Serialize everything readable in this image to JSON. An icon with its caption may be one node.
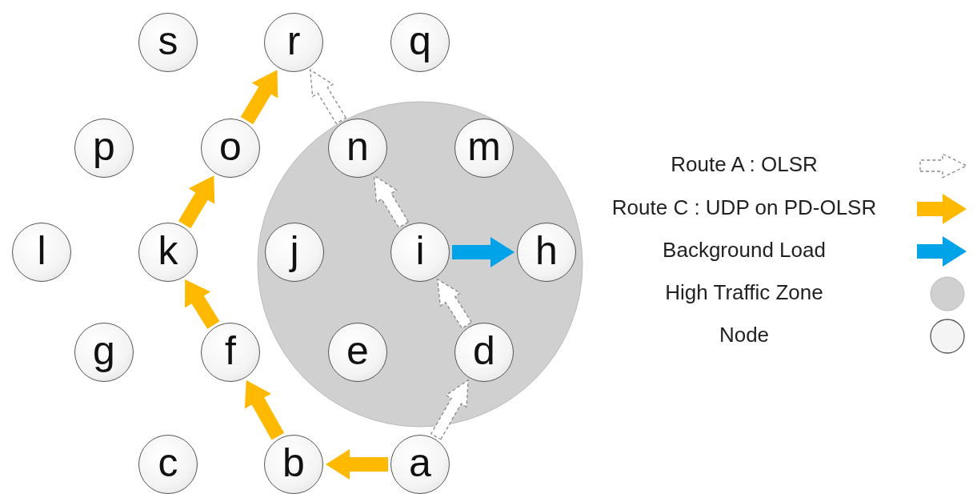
{
  "diagram": {
    "nodes": [
      {
        "text": [
          "s"
        ]
      },
      {
        "text": [
          "r"
        ]
      },
      {
        "text": [
          "q"
        ]
      },
      {
        "text": [
          "p"
        ]
      },
      {
        "text": [
          "o"
        ]
      },
      {
        "text": [
          "n"
        ]
      },
      {
        "text": [
          "m"
        ]
      },
      {
        "text": [
          "l"
        ]
      },
      {
        "text": [
          "k"
        ]
      },
      {
        "text": [
          "j"
        ]
      },
      {
        "text": [
          "i"
        ]
      },
      {
        "text": [
          "h"
        ]
      },
      {
        "text": [
          "g"
        ]
      },
      {
        "text": [
          "f"
        ]
      },
      {
        "text": [
          "e"
        ]
      },
      {
        "text": [
          "d"
        ]
      },
      {
        "text": [
          "c"
        ]
      },
      {
        "text": [
          "b"
        ]
      },
      {
        "text": [
          "a"
        ]
      }
    ],
    "edges": [
      {
        "from": 18,
        "to": 15,
        "arrow": "to",
        "style": "dashed"
      },
      {
        "from": 15,
        "to": 10,
        "arrow": "to",
        "style": "dashed"
      },
      {
        "from": 10,
        "to": 5,
        "arrow": "to",
        "style": "dashed"
      },
      {
        "from": 5,
        "to": 1,
        "arrow": "to",
        "style": "dashed"
      },
      {
        "from": 18,
        "to": 17,
        "arrow": "to",
        "style": "thick",
        "color": "#ffb900"
      },
      {
        "from": 17,
        "to": 13,
        "arrow": "to",
        "style": "thick",
        "color": "#ffb900"
      },
      {
        "from": 13,
        "to": 8,
        "arrow": "to",
        "style": "thick",
        "color": "#ffb900"
      },
      {
        "from": 8,
        "to": 4,
        "arrow": "to",
        "style": "thick",
        "color": "#ffb900"
      },
      {
        "from": 4,
        "to": 1,
        "arrow": "to",
        "style": "thick",
        "color": "#ffb900"
      },
      {
        "from": 10,
        "to": 11,
        "arrow": "to",
        "style": "thick",
        "color": "#00a2e8"
      }
    ],
    "legend": [
      {
        "text": "Route A : OLSR"
      },
      {
        "text": "Route C : UDP on PD-OLSR"
      },
      {
        "text": "Background Load"
      },
      {
        "text": "High Traffic Zone"
      },
      {
        "text": "Node"
      }
    ]
  }
}
